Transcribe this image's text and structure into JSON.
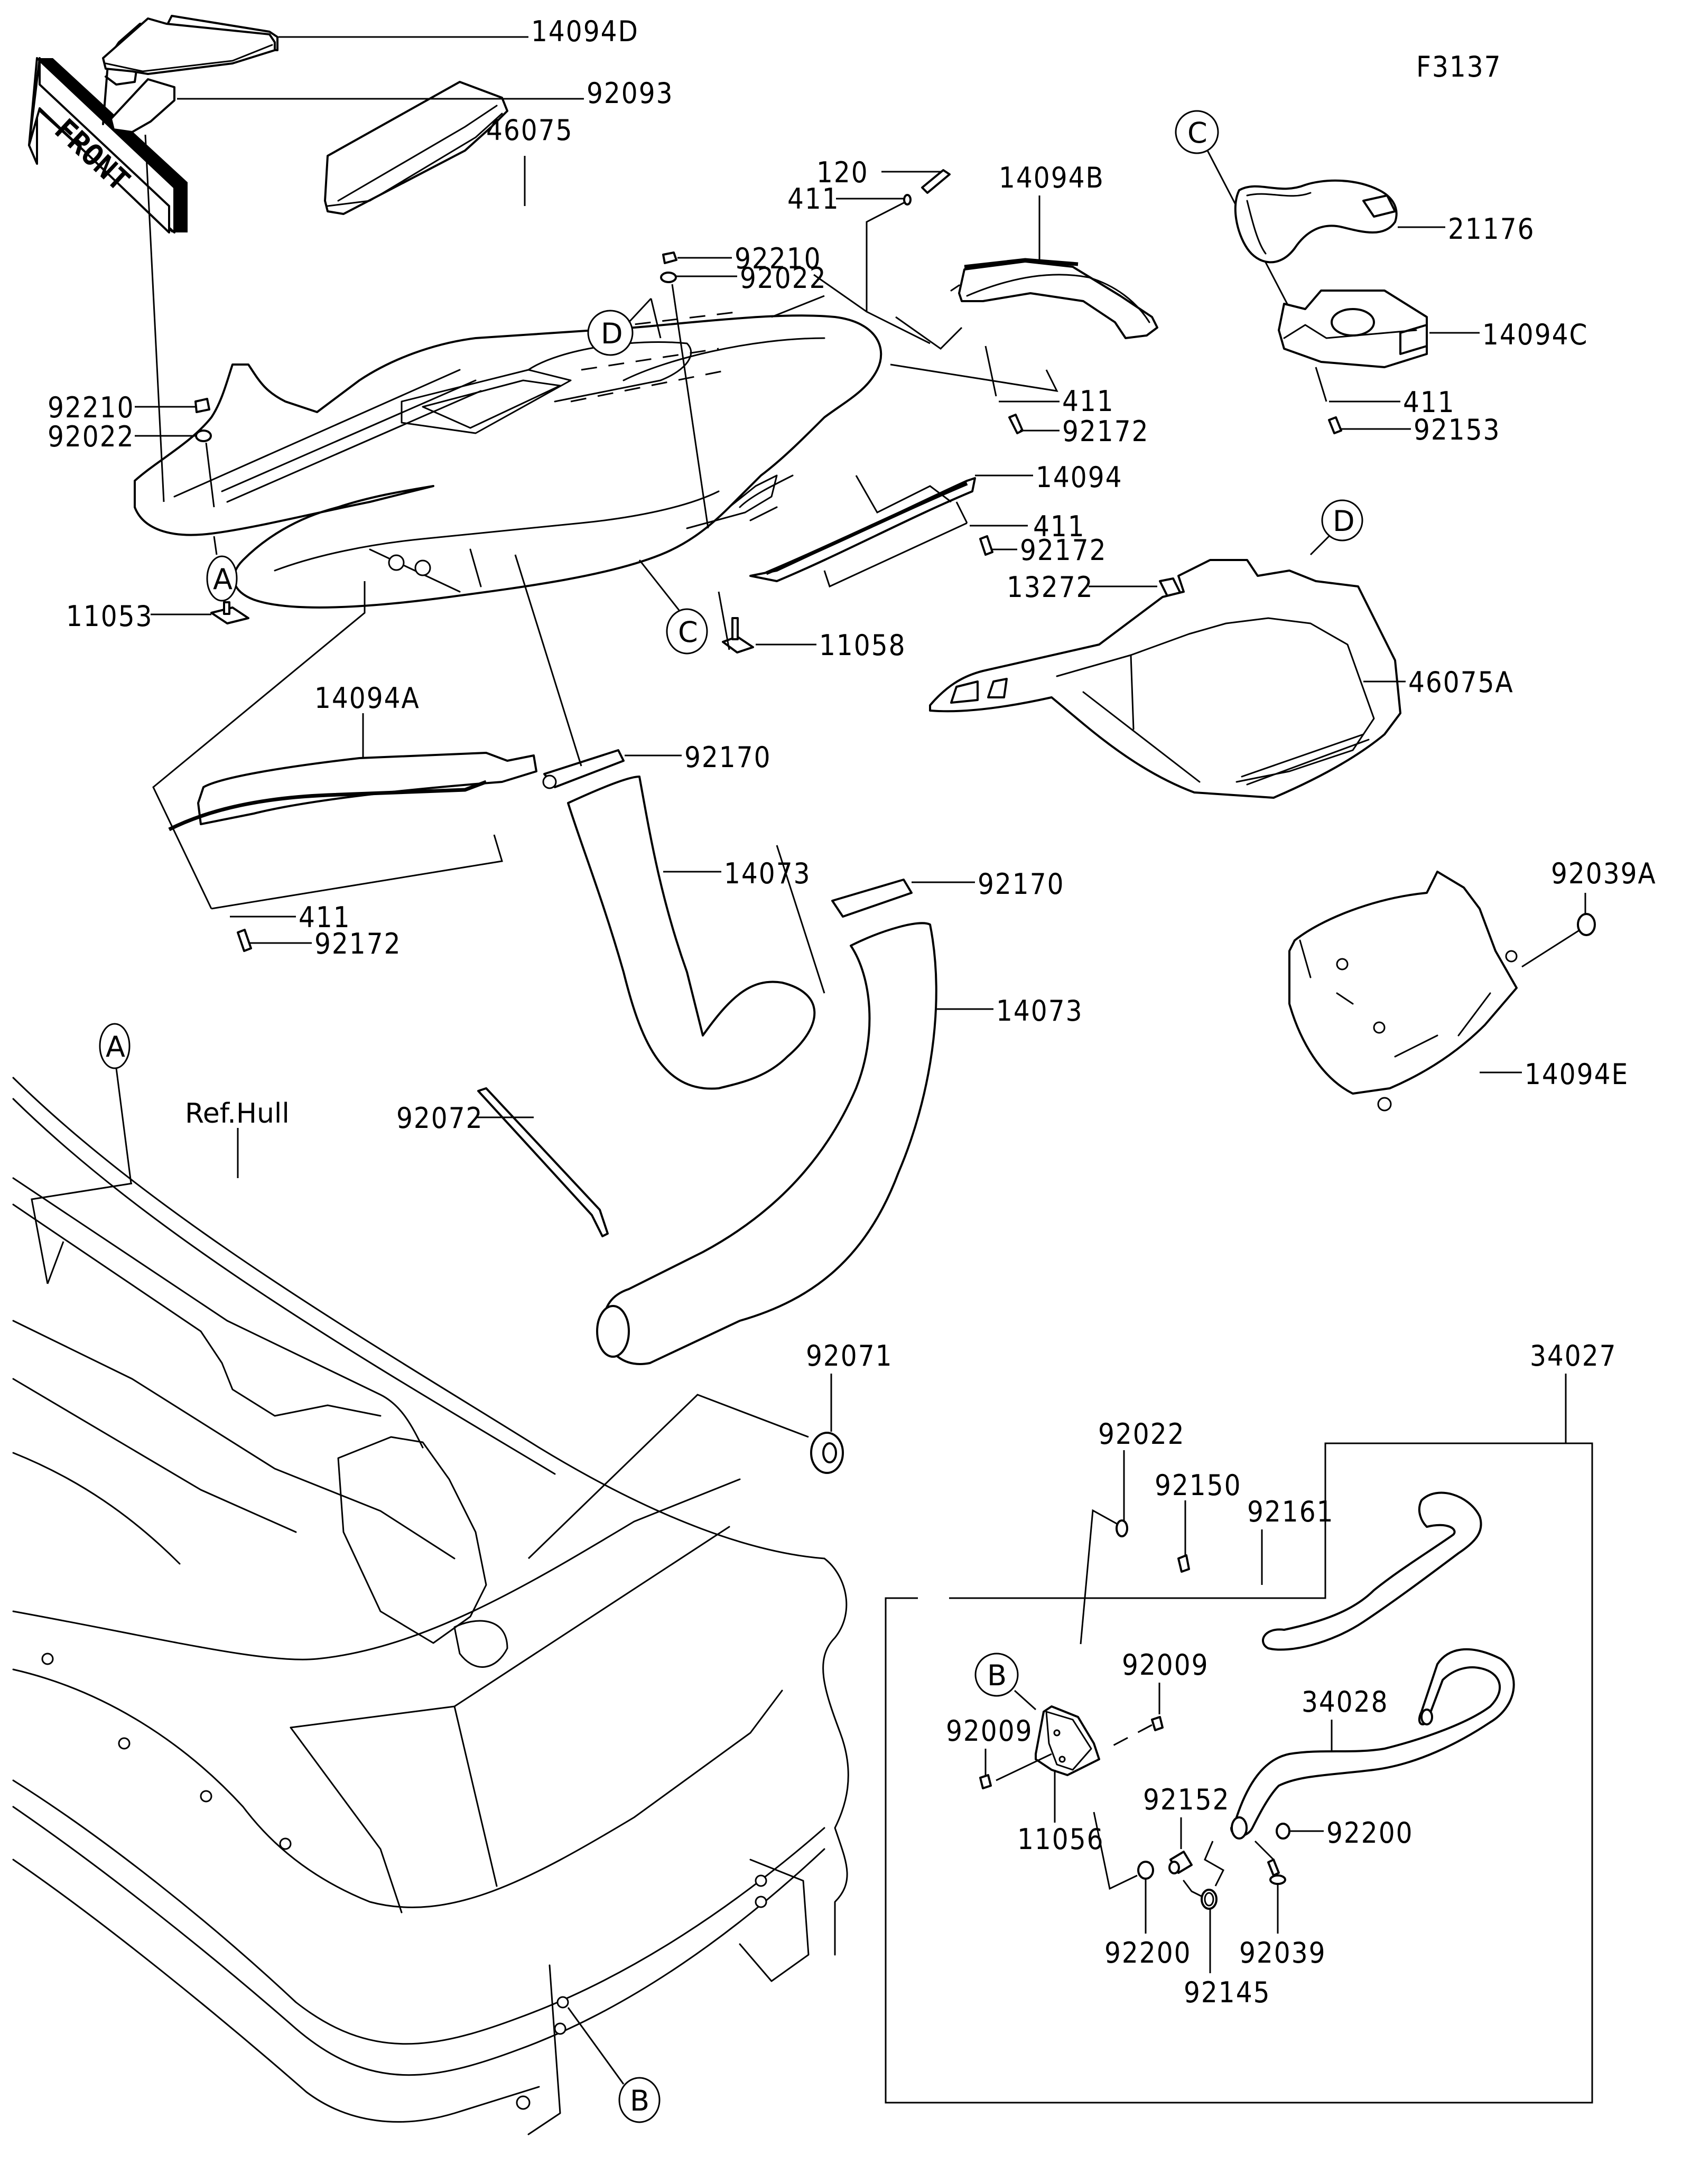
{
  "figure_id": "F3137",
  "front_indicator": "FRONT",
  "reference_label": "Ref.Hull",
  "callouts": {
    "A": "A",
    "B": "B",
    "C": "C",
    "D": "D"
  },
  "parts": {
    "p14094D": "14094D",
    "p92093": "92093",
    "p120": "120",
    "p411_top": "411",
    "p14094B": "14094B",
    "p92210_center": "92210",
    "p92022_center": "92022",
    "p46075": "46075",
    "p21176": "21176",
    "p14094C": "14094C",
    "p411_c": "411",
    "p92153": "92153",
    "p92210_left": "92210",
    "p92022_left": "92022",
    "p411_b": "411",
    "p92172_b": "92172",
    "p14094": "14094",
    "p411_mid": "411",
    "p92172_mid": "92172",
    "p13272": "13272",
    "p11058": "11058",
    "p11053": "11053",
    "p46075A": "46075A",
    "p14094A": "14094A",
    "p92170_upper": "92170",
    "p92170_lower": "92170",
    "p411_a": "411",
    "p92172_a": "92172",
    "p14073_upper": "14073",
    "p14073_lower": "14073",
    "p92039A": "92039A",
    "p14094E": "14094E",
    "p92072": "92072",
    "p92071": "92071",
    "p34027": "34027",
    "p92022_lower": "92022",
    "p92150": "92150",
    "p92161": "92161",
    "p92009_right": "92009",
    "p92009_left": "92009",
    "p34028": "34028",
    "p92152": "92152",
    "p92200_right": "92200",
    "p11056": "11056",
    "p92200_left": "92200",
    "p92039": "92039",
    "p92145": "92145"
  }
}
